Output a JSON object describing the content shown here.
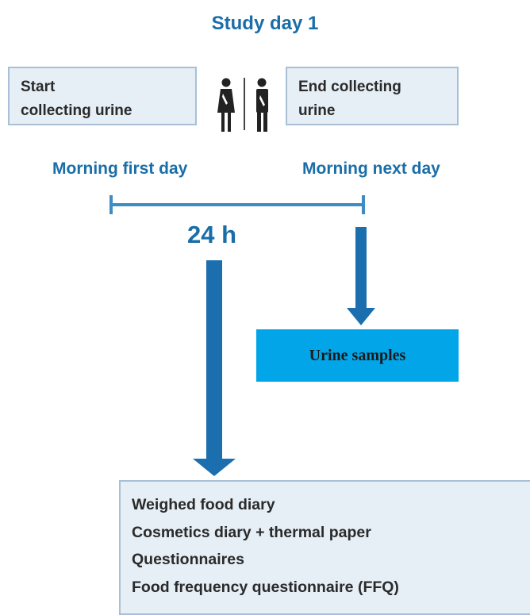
{
  "title": "Study day 1",
  "start_box": {
    "line1": "Start",
    "line2": "collecting urine"
  },
  "end_box": {
    "line1": "End collecting",
    "line2": "urine"
  },
  "timeline": {
    "start_label": "Morning first day",
    "end_label": "Morning next day",
    "duration": "24 h"
  },
  "urine_samples": "Urine samples",
  "activities": [
    "Weighed food diary",
    "Cosmetics diary + thermal paper",
    "Questionnaires",
    "Food frequency questionnaire (FFQ)"
  ],
  "icons": [
    "female-toilet-icon",
    "male-toilet-icon"
  ],
  "colors": {
    "accent": "#1a6ea8",
    "arrow": "#1b6fae",
    "urine_box": "#02a6e8",
    "box_fill": "#e6eef6",
    "box_border": "#a8bfd6"
  }
}
